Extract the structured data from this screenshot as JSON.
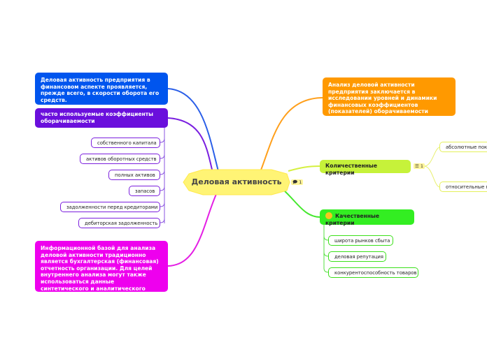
{
  "central": {
    "label": "Деловая активность",
    "note_count": "1"
  },
  "nodes": {
    "definition": "Деловая активность предприятия в финансовом аспекте проявляется, прежде всего, в скорости оборота его средств.",
    "coefficients": {
      "label": "часто используемые коэффициенты оборачиваемости",
      "items": [
        "собственного капитала",
        "активов оборотных средств",
        "полных активов",
        "запасов",
        "задолженности перед кредиторами",
        "дебиторская задолженность"
      ]
    },
    "info_base": "Информационной базой для анализа деловой активности традиционно является бухгалтерская (финансовая) отчетность организации. Для целей внутреннего анализа могут также использоваться данные синтетического и аналитического учета.",
    "analysis": "Анализ деловой активности предприятия заключается в исследовании уровней и динамики финансовых коэффициентов (показателей) оборачиваемости",
    "quantitative": {
      "label": "Количественные критерии",
      "badge": "1",
      "items": [
        "абсолютные показатели",
        "относительные показатели"
      ]
    },
    "qualitative": {
      "label": "Качественные критерии",
      "items": [
        "широта рынков сбыта",
        "деловая репутация",
        "конкурентоспособность товаров"
      ]
    }
  },
  "colors": {
    "blue": "#0055ee",
    "purple": "#6a0fdc",
    "magenta": "#ee00ee",
    "orange": "#ff9900",
    "lime": "#c6f23a",
    "green": "#33ee22",
    "central": "#fff475"
  },
  "icons": {
    "note": "note-icon",
    "list": "list-icon",
    "qualitative": "smiley-icon"
  }
}
